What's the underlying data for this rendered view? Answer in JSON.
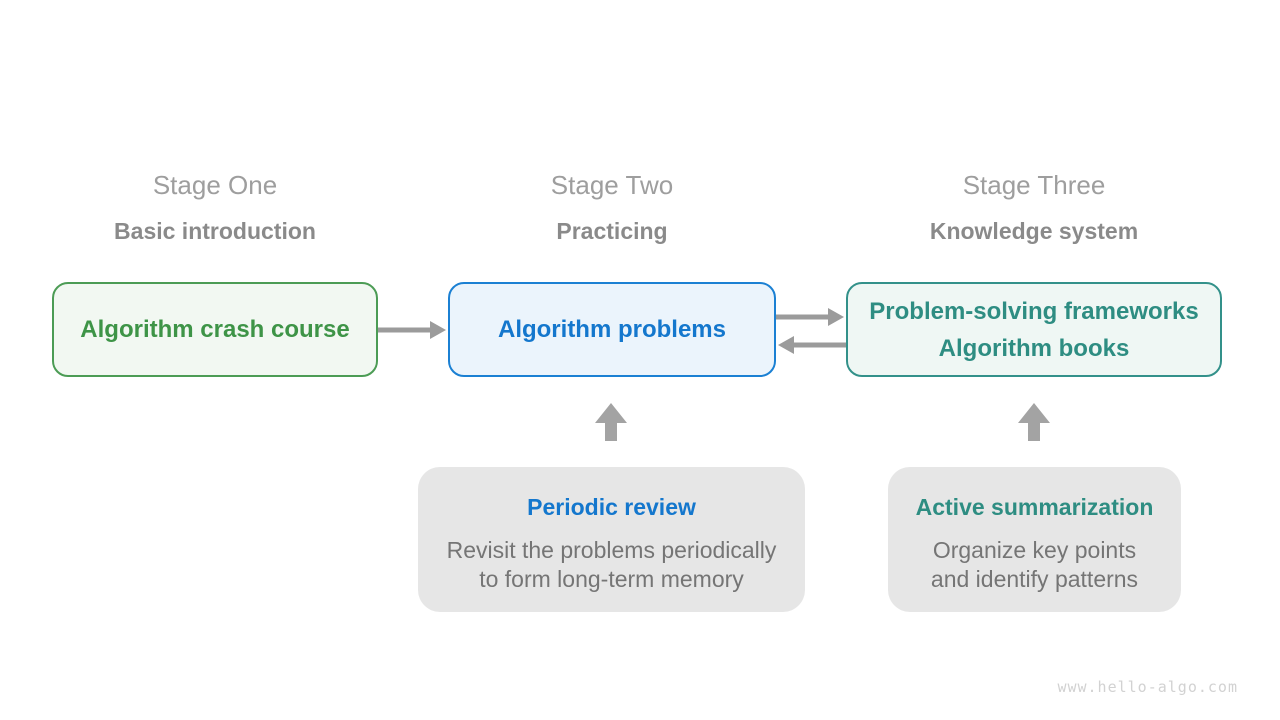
{
  "page": {
    "background": "#ffffff",
    "watermark": "www.hello-algo.com"
  },
  "stages": [
    {
      "title": "Stage One",
      "subtitle": "Basic introduction",
      "box_lines": [
        "Algorithm crash course"
      ],
      "accent_color": "#3e9447",
      "border_color": "#4c9c55",
      "box_background": "#f2f8f2"
    },
    {
      "title": "Stage Two",
      "subtitle": "Practicing",
      "box_lines": [
        "Algorithm problems"
      ],
      "accent_color": "#1477cd",
      "border_color": "#1b80d3",
      "box_background": "#ebf4fc"
    },
    {
      "title": "Stage Three",
      "subtitle": "Knowledge system",
      "box_lines": [
        "Problem-solving frameworks",
        "Algorithm books"
      ],
      "accent_color": "#2e8d82",
      "border_color": "#33918a",
      "box_background": "#eff7f4"
    }
  ],
  "arrows": [
    {
      "name": "stage1-to-stage2",
      "direction": "right"
    },
    {
      "name": "stage2-to-stage3",
      "direction": "right"
    },
    {
      "name": "stage3-to-stage2",
      "direction": "left"
    },
    {
      "name": "periodic-review-to-algorithm-problems",
      "direction": "up"
    },
    {
      "name": "active-summarization-to-knowledge-boxes",
      "direction": "up"
    }
  ],
  "notes": [
    {
      "title": "Periodic review",
      "body_lines": [
        "Revisit the problems periodically",
        "to form long-term memory"
      ],
      "accent_color": "#1477cd"
    },
    {
      "title": "Active summarization",
      "body_lines": [
        "Organize key points",
        "and identify patterns"
      ],
      "accent_color": "#2e8d82"
    }
  ],
  "colors": {
    "stage_title": "#9e9e9e",
    "stage_subtitle": "#8a8a8a",
    "note_background": "#e6e6e6",
    "note_body_text": "#757575",
    "arrow_gray": "#9b9b9b",
    "block_arrow_gray": "#a3a3a3",
    "watermark_gray": "#d2d2d2"
  }
}
